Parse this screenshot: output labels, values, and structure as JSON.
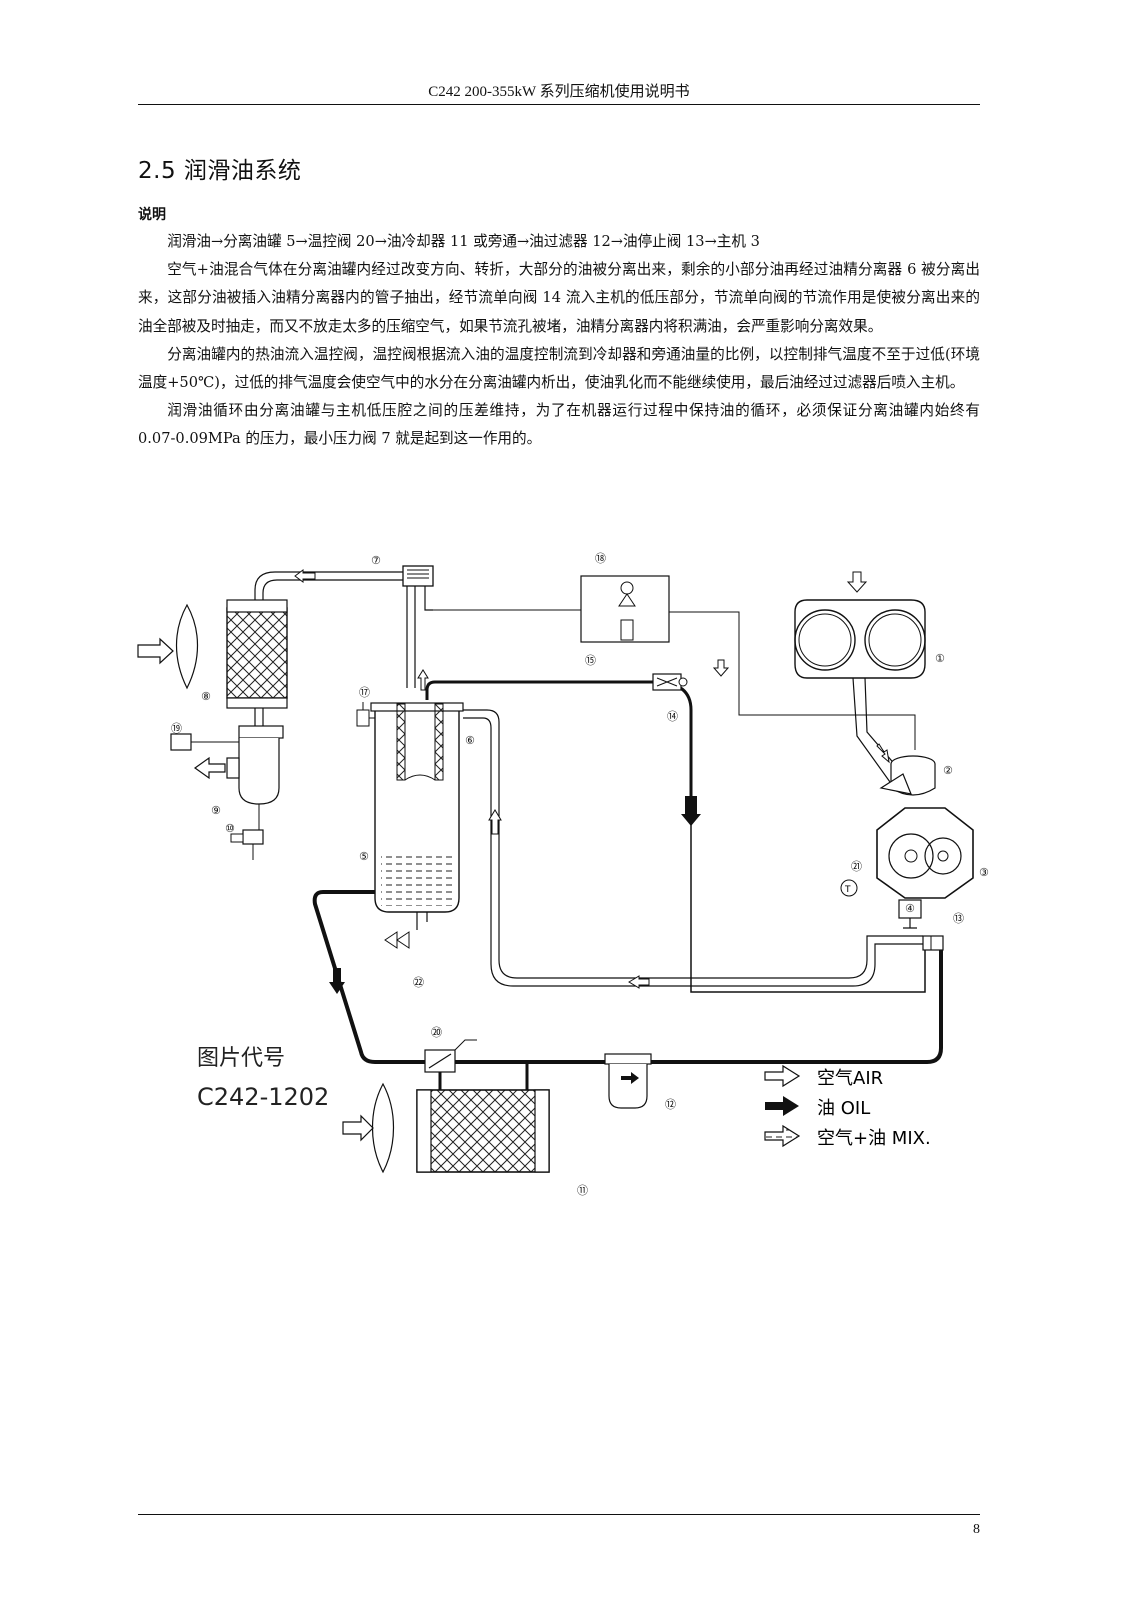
{
  "header": {
    "title": "C242 200-355kW  系列压缩机使用说明书"
  },
  "section": {
    "title": "2.5 润滑油系统",
    "sub_label": "说明"
  },
  "paragraphs": [
    "润滑油→分离油罐 5→温控阀 20→油冷却器 11 或旁通→油过滤器 12→油停止阀 13→主机 3",
    "空气+油混合气体在分离油罐内经过改变方向、转折，大部分的油被分离出来，剩余的小部分油再经过油精分离器 6 被分离出来，这部分油被插入油精分离器内的管子抽出，经节流单向阀 14 流入主机的低压部分，节流单向阀的节流作用是使被分离出来的油全部被及时抽走，而又不放走太多的压缩空气，如果节流孔被堵，油精分离器内将积满油，会严重影响分离效果。",
    "分离油罐内的热油流入温控阀，温控阀根据流入油的温度控制流到冷却器和旁通油量的比例，以控制排气温度不至于过低(环境温度+50℃)，过低的排气温度会使空气中的水分在分离油罐内析出，使油乳化而不能继续使用，最后油经过过滤器后喷入主机。",
    "润滑油循环由分离油罐与主机低压腔之间的压差维持，为了在机器运行过程中保持油的循环，必须保证分离油罐内始终有 0.07-0.09MPa 的压力，最小压力阀 7 就是起到这一作用的。"
  ],
  "diagram": {
    "code_label": "图片代号",
    "code_value": "C242-1202",
    "legend": [
      {
        "text": "空气AIR",
        "kind": "air"
      },
      {
        "text": "油 OIL",
        "kind": "oil"
      },
      {
        "text": "空气+油 MIX.",
        "kind": "mix"
      }
    ],
    "callouts": [
      "⑦",
      "⑱",
      "⑮",
      "①",
      "②",
      "③",
      "⑧",
      "⑰",
      "⑥",
      "⑭",
      "⑲",
      "⑨",
      "⑩",
      "⑤",
      "㉑",
      "④",
      "⑬",
      "㉒",
      "⑳",
      "⑫",
      "⑪"
    ]
  },
  "footer": {
    "page": "8"
  }
}
